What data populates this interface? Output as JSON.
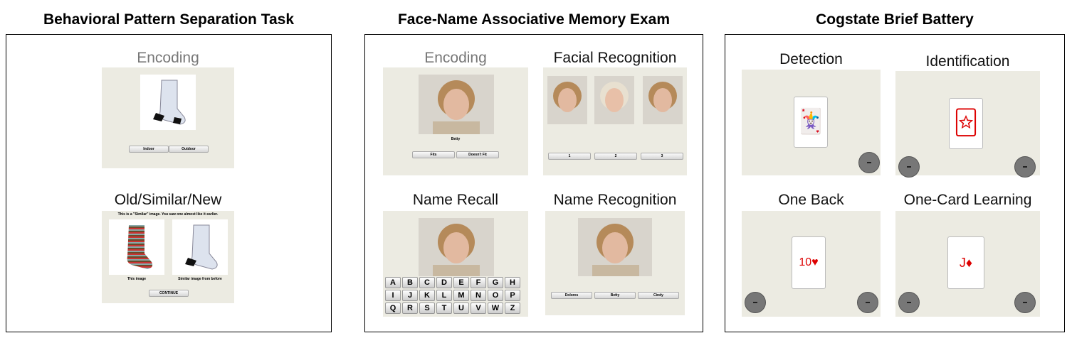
{
  "panels": [
    {
      "title": "Behavioral Pattern Separation Task",
      "encoding": {
        "label": "Encoding",
        "buttons": [
          "Indoor",
          "Outdoor"
        ]
      },
      "test": {
        "label": "Old/Similar/New",
        "instruction": "This is a \"Similar\" image. You saw one almost like it earlier.",
        "captions": [
          "This image",
          "Similar image from before"
        ],
        "button": "CONTINUE"
      }
    },
    {
      "title": "Face-Name Associative Memory Exam",
      "encoding": {
        "label": "Encoding",
        "name": "Betty",
        "buttons": [
          "Fits",
          "Doesn't Fit"
        ]
      },
      "facial_recognition": {
        "label": "Facial Recognition",
        "buttons": [
          "1",
          "2",
          "3"
        ]
      },
      "name_recall": {
        "label": "Name Recall",
        "keys": [
          "A",
          "B",
          "C",
          "D",
          "E",
          "F",
          "G",
          "H",
          "I",
          "J",
          "K",
          "L",
          "M",
          "N",
          "O",
          "P",
          "Q",
          "R",
          "S",
          "T",
          "U",
          "V",
          "W",
          "Z"
        ]
      },
      "name_recognition": {
        "label": "Name Recognition",
        "buttons": [
          "Dolores",
          "Betty",
          "Cindy"
        ]
      }
    },
    {
      "title": "Cogstate Brief Battery",
      "tasks": [
        {
          "label": "Detection",
          "card": "🃏"
        },
        {
          "label": "Identification",
          "card": "🃟"
        },
        {
          "label": "One Back",
          "card": "10♥"
        },
        {
          "label": "One-Card Learning",
          "card": "J♦"
        }
      ]
    }
  ]
}
